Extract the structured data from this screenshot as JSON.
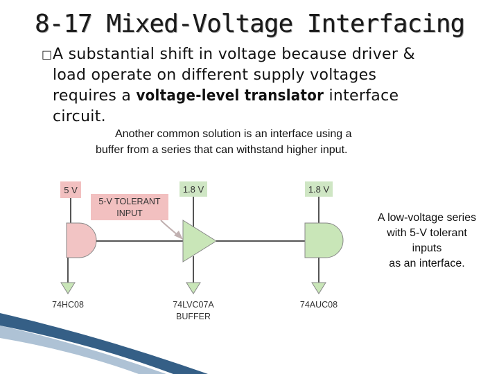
{
  "slide": {
    "title": "8-17 Mixed-Voltage Interfacing",
    "bullet": {
      "marker": "□",
      "lines": [
        "A substantial shift in voltage because driver &",
        "load operate on different supply voltages",
        "requires a ",
        "voltage-level translator",
        " interface",
        "circuit."
      ]
    },
    "note": {
      "line1": "Another common solution is an interface using a",
      "line2": "buffer from a series that can withstand higher input."
    },
    "caption": {
      "lines": [
        "A low-voltage series",
        "with 5-V tolerant",
        "inputs",
        "as an interface."
      ]
    }
  },
  "diagram": {
    "colors": {
      "supply_box": "#f2c0c0",
      "supply_box_green": "#cfe6c4",
      "gate_red": "#f2c4c4",
      "gate_green": "#c9e6b8",
      "wire": "#555555"
    },
    "supply_5v": "5 V",
    "supply_18v_a": "1.8 V",
    "supply_18v_b": "1.8 V",
    "tolerant_label": [
      "5-V TOLERANT",
      "INPUT"
    ],
    "gate1_name": "74HC08",
    "buffer_name": [
      "74LVC07A",
      "BUFFER"
    ],
    "gate2_name": "74AUC08"
  }
}
